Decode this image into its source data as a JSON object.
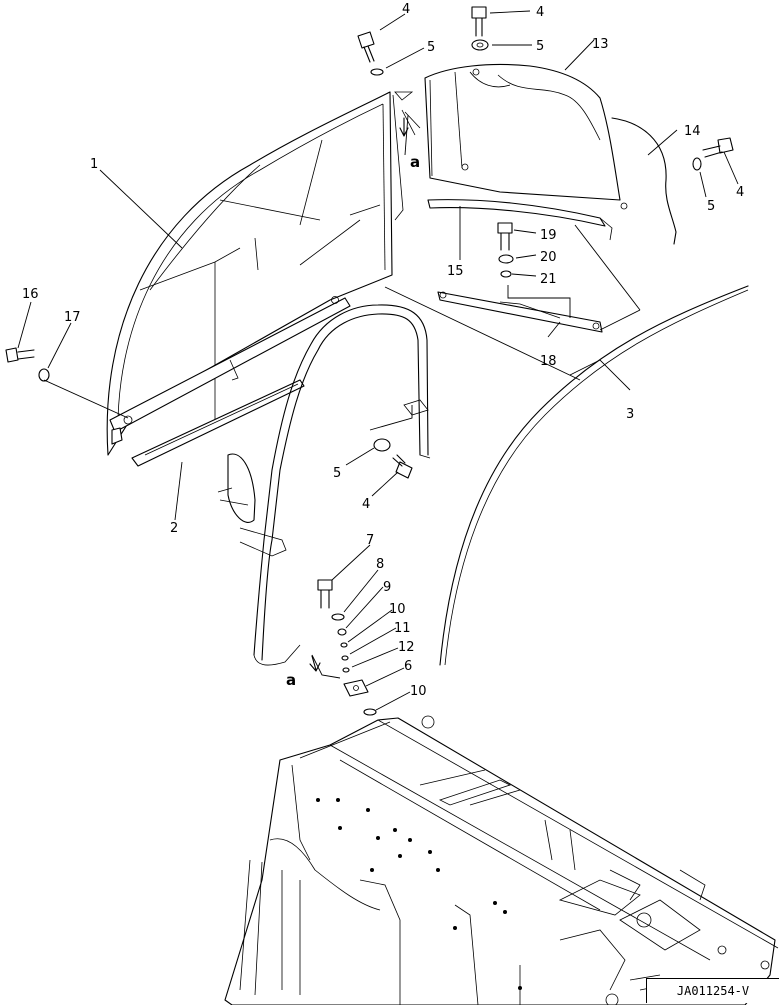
{
  "diagram": {
    "drawing_id": "JA011254-V",
    "view_marker": "a",
    "callouts": {
      "c1": "1",
      "c2": "2",
      "c3": "3",
      "c4a": "4",
      "c4b": "4",
      "c4c": "4",
      "c4d": "4",
      "c5a": "5",
      "c5b": "5",
      "c5c": "5",
      "c5d": "5",
      "c6": "6",
      "c7": "7",
      "c8": "8",
      "c9": "9",
      "c10a": "10",
      "c10b": "10",
      "c11": "11",
      "c12": "12",
      "c13": "13",
      "c14": "14",
      "c15": "15",
      "c16": "16",
      "c17": "17",
      "c18": "18",
      "c19": "19",
      "c20": "20",
      "c21": "21"
    }
  }
}
